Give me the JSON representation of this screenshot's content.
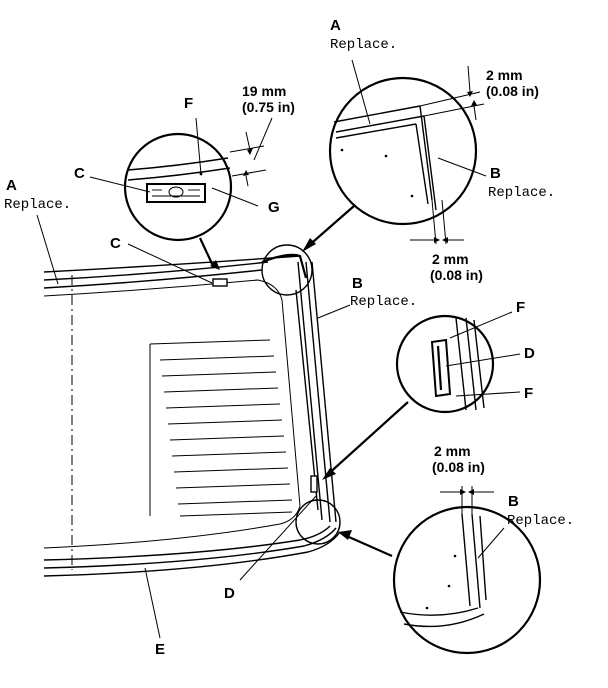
{
  "labels": {
    "a_top": "A",
    "a_top_note": "Replace.",
    "a_left": "A",
    "a_left_note": "Replace.",
    "b_top": "B",
    "b_top_note": "Replace.",
    "b_mid": "B",
    "b_mid_note": "Replace.",
    "b_bottom": "B",
    "b_bottom_note": "Replace.",
    "c_detail": "C",
    "c_main": "C",
    "d_detail": "D",
    "d_main": "D",
    "e": "E",
    "f_top": "F",
    "f_right_top": "F",
    "f_right_bottom": "F",
    "g": "G"
  },
  "dimensions": {
    "clip_mm": "19 mm",
    "clip_in": "(0.75 in)",
    "gap_top_mm": "2 mm",
    "gap_top_in": "(0.08 in)",
    "gap_side_mm": "2 mm",
    "gap_side_in": "(0.08 in)",
    "gap_bottom_mm": "2 mm",
    "gap_bottom_in": "(0.08 in)"
  }
}
